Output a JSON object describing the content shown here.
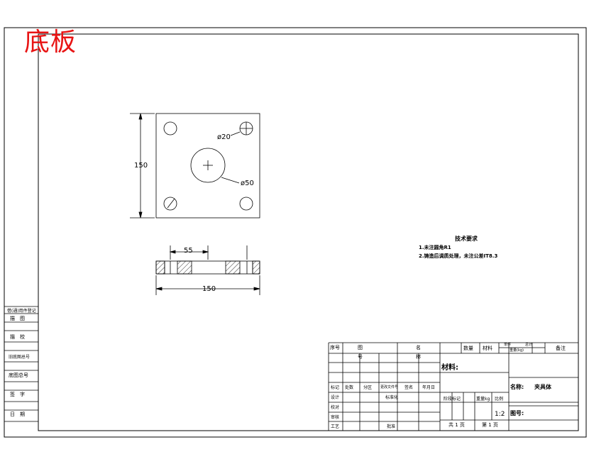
{
  "title": {
    "red": "底板"
  },
  "dims": {
    "height": "150",
    "hole_small": "ø20",
    "hole_large": "ø50",
    "section_offset": "55",
    "section_width": "150"
  },
  "tech": {
    "heading": "技术要求",
    "line1": "1.未注圆角R1",
    "line2": "2.铸造后调质处理，未注公差IT8.3"
  },
  "left_table": {
    "r1": "借(通)用件登记",
    "r2": "描　图",
    "r3": "描　校",
    "r4": "旧底图总号",
    "r5": "底图总号",
    "r6": "签　字",
    "r7": "日　期"
  },
  "title_block": {
    "seq": "序号",
    "code": "图",
    "code2": "号",
    "name": "名",
    "name2": "称",
    "qty": "数量",
    "material": "材料",
    "unit": "单件",
    "total": "总计",
    "weight": "重量(kg)",
    "remarks": "备注",
    "material_label": "材料:",
    "mark": "标记",
    "count": "处数",
    "zone": "分区",
    "change_doc": "更改文件号",
    "sign": "签名",
    "date": "年月日",
    "standard": "标准化",
    "design": "设计",
    "check": "校对",
    "review": "审核",
    "process": "工艺",
    "approve": "批准",
    "stage": "阶段标记",
    "weight2": "重量kg",
    "scale": "比例",
    "scale_val": "1:2",
    "part_name_label": "名称:",
    "part_name": "夹具体",
    "drawing_no": "图号:",
    "total_pages": "共 1 页",
    "page": "第 1 页"
  }
}
